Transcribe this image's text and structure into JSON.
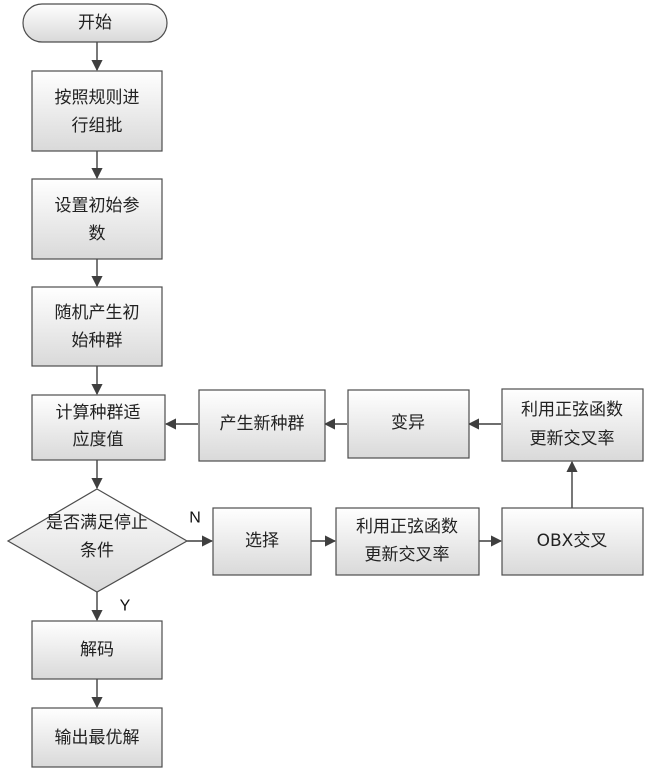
{
  "nodes": {
    "start": [
      "开始"
    ],
    "group": [
      "按照规则进",
      "行组批"
    ],
    "params": [
      "设置初始参",
      "数"
    ],
    "init_pop": [
      "随机产生初",
      "始种群"
    ],
    "fitness": [
      "计算种群适",
      "应度值"
    ],
    "decision": [
      "是否满足停止",
      "条件"
    ],
    "decode": [
      "解码"
    ],
    "output": [
      "输出最优解"
    ],
    "select": [
      "选择"
    ],
    "sine_cross": [
      "利用正弦函数",
      "更新交叉率"
    ],
    "obx": [
      "OBX交叉"
    ],
    "sine_mut": [
      "利用正弦函数",
      "更新交叉率"
    ],
    "mutate": [
      "变异"
    ],
    "new_pop": [
      "产生新种群"
    ]
  },
  "branch_labels": {
    "no": "N",
    "yes": "Y"
  },
  "colors": {
    "box_fill_top": "#ffffff",
    "box_fill_bottom": "#d9d9d9",
    "stroke": "#4d4d4d",
    "text": "#222222"
  }
}
